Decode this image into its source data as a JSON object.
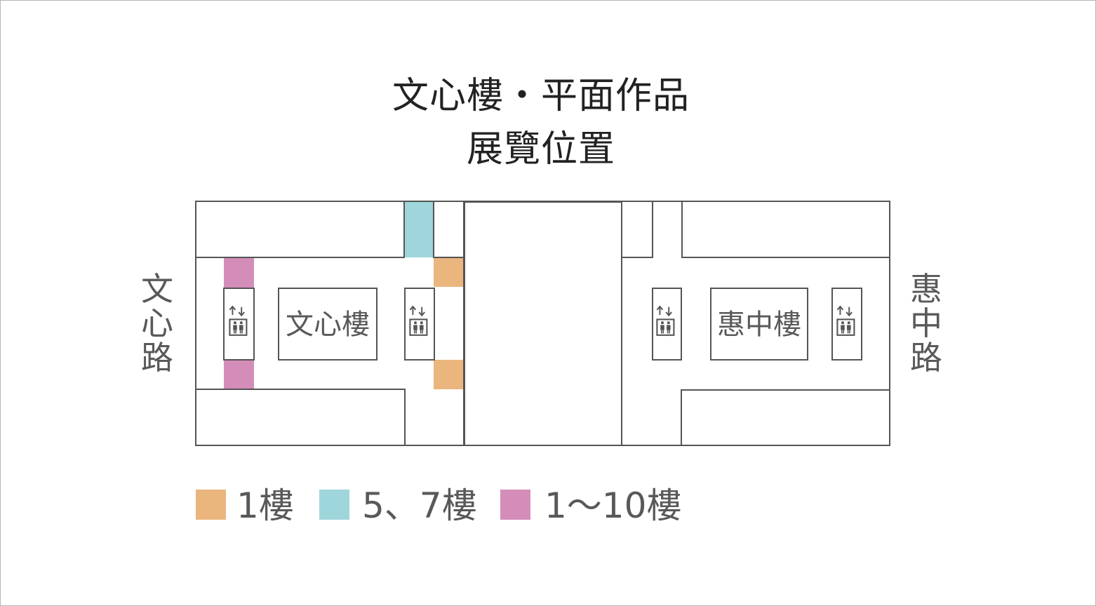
{
  "title": {
    "line1": "文心樓・平面作品",
    "line2": "展覽位置"
  },
  "buildings": {
    "left": "文心樓",
    "right": "惠中樓"
  },
  "roads": {
    "left": [
      "文",
      "心",
      "路"
    ],
    "right": [
      "惠",
      "中",
      "路"
    ]
  },
  "colors": {
    "floor_1": "#ebb57e",
    "floor_5_7": "#9ed6dc",
    "floor_1_10": "#d48db8",
    "wall": "#555555"
  },
  "icons": {
    "elevator": "elevator-icon"
  },
  "legend": [
    {
      "label": "1樓",
      "color": "#ebb57e"
    },
    {
      "label": "5、7樓",
      "color": "#9ed6dc"
    },
    {
      "label": "1～10樓",
      "color": "#d48db8"
    }
  ]
}
